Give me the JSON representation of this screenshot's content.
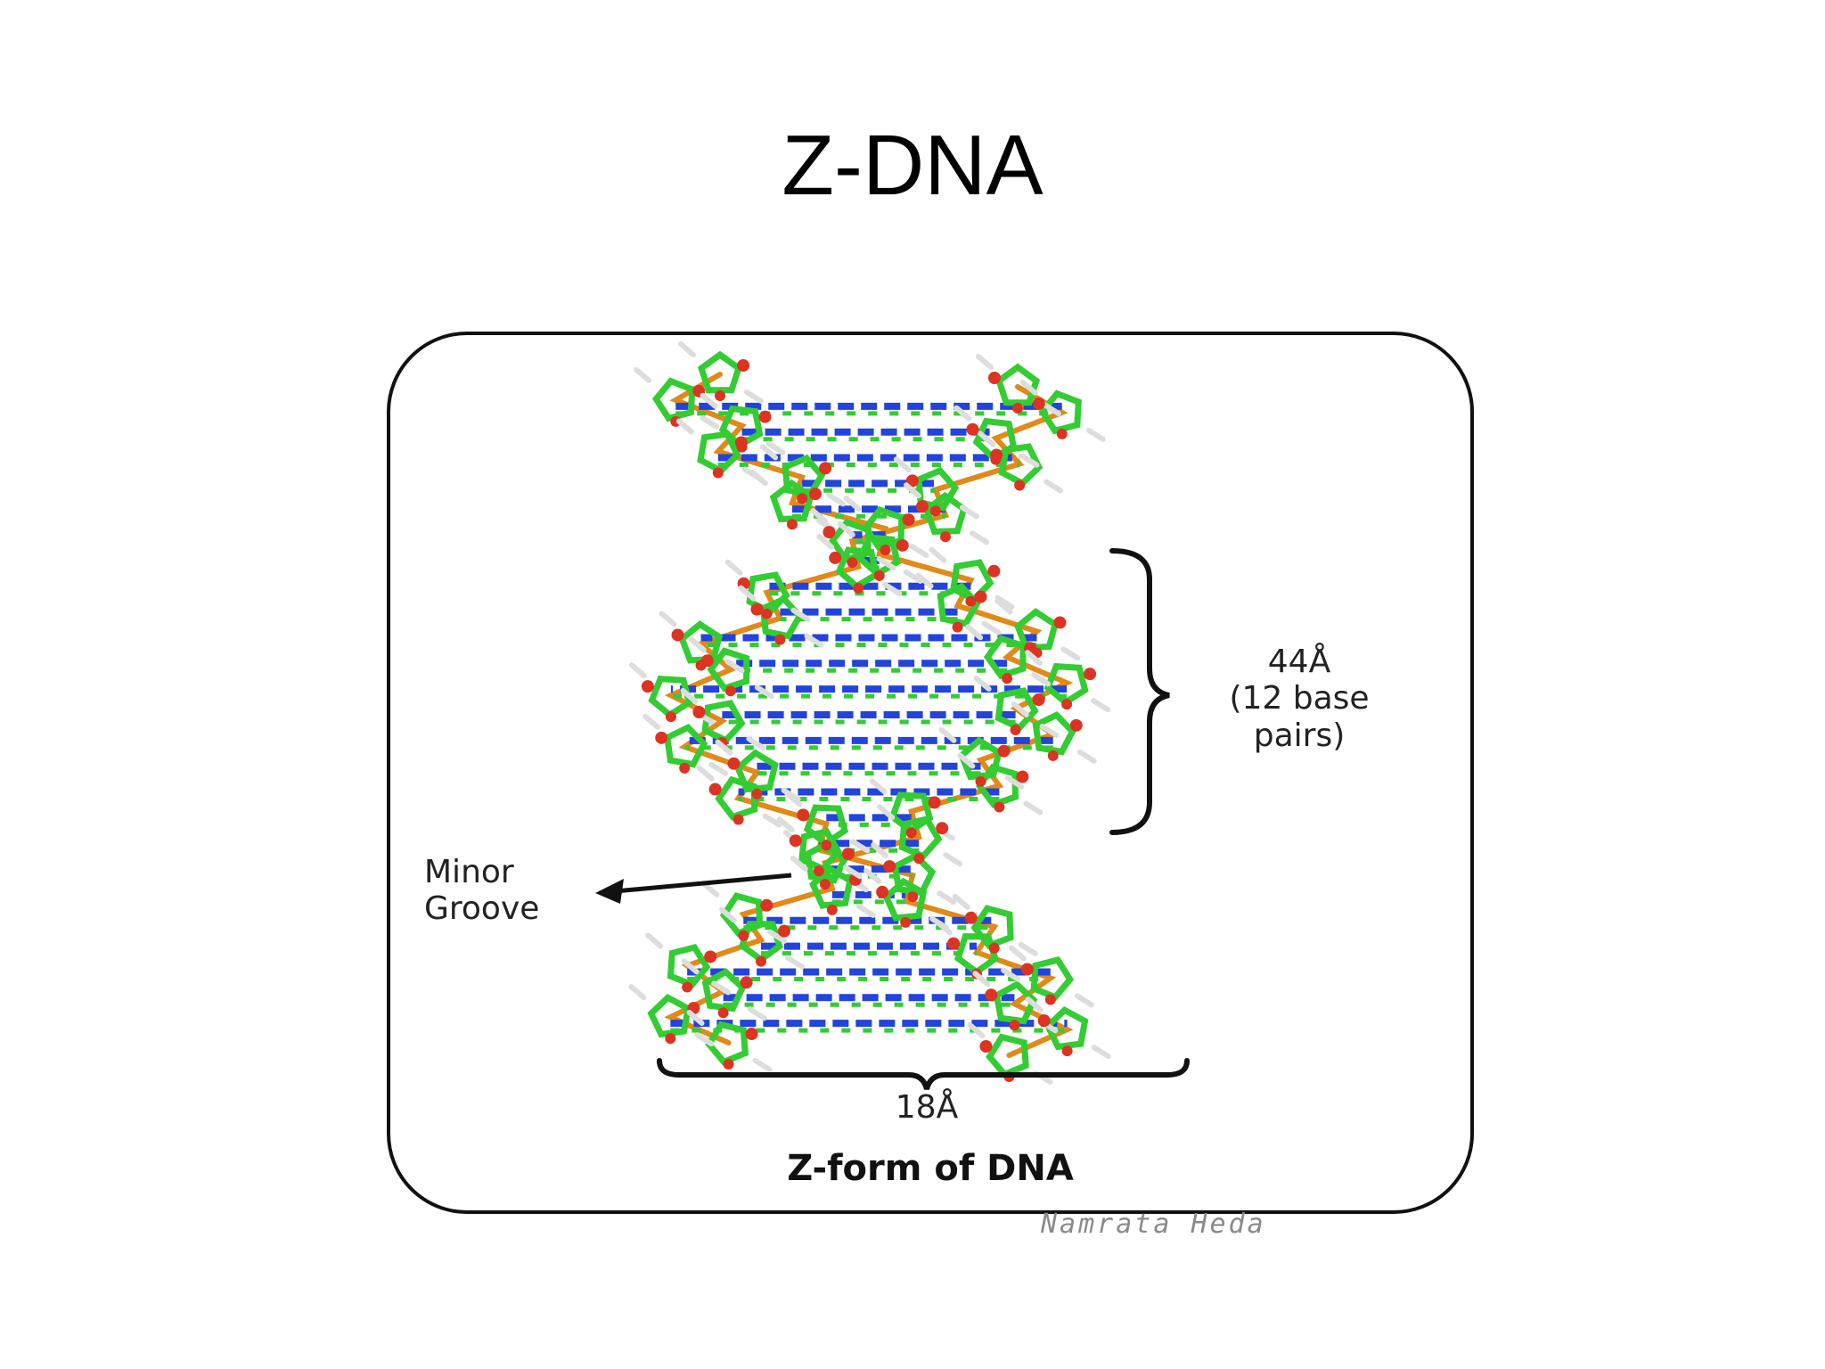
{
  "slide": {
    "title": "Z-DNA"
  },
  "figure": {
    "height_value": "44Å",
    "height_detail_1": "(12 base",
    "height_detail_2": "pairs)",
    "minor_groove_1": "Minor",
    "minor_groove_2": "Groove",
    "width_value": "18Å",
    "caption": "Z-form of DNA",
    "credit": "Namrata Heda"
  },
  "colors": {
    "carbon": "#33cc33",
    "nitrogen": "#2244dd",
    "oxygen": "#dd3322",
    "phosphate_backbone": "#e08a1a",
    "hydrogen": "#dddddd",
    "frame": "#111111"
  }
}
